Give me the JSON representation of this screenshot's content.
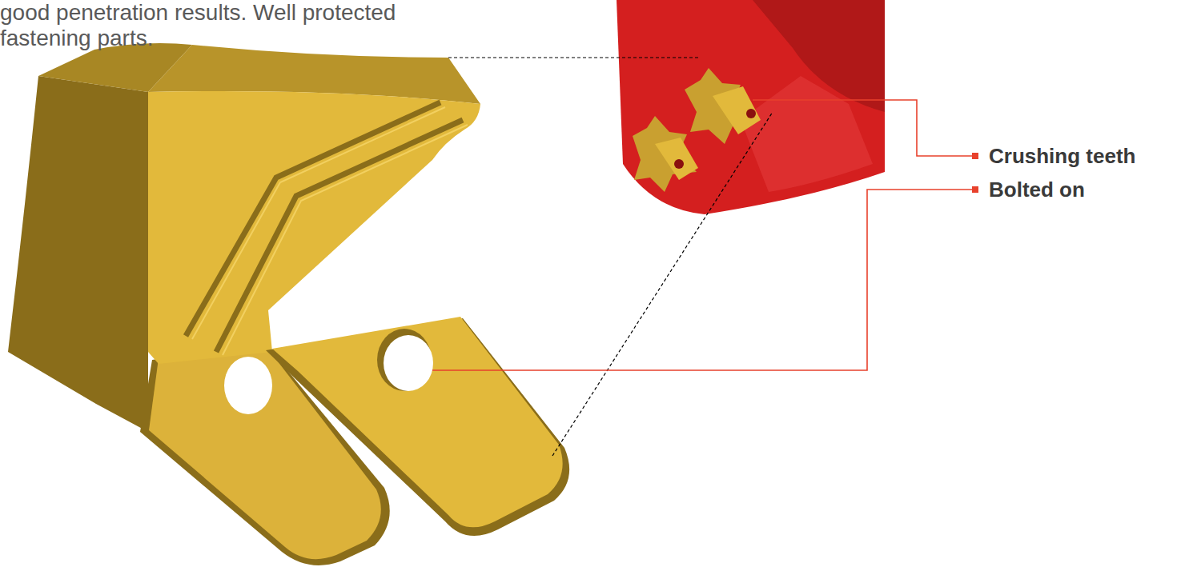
{
  "diagram": {
    "labels": [
      "good penetration results. Well protected fastening parts.",
      "Crushing teeth",
      "Bolted on"
    ]
  }
}
